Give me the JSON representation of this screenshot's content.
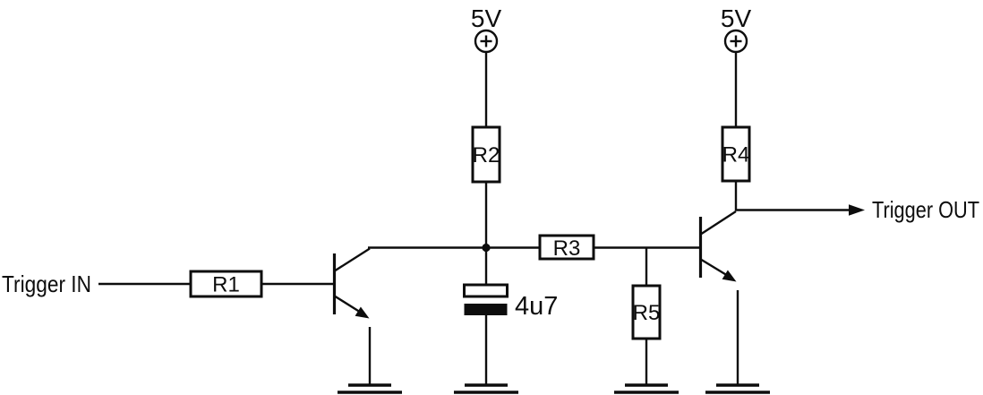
{
  "schematic": {
    "background": "#ffffff",
    "line_color": "#0d0d0d",
    "input_label": "Trigger IN",
    "output_label": "Trigger OUT",
    "supplies": [
      {
        "label": "5V",
        "symbol": "circle-plus"
      },
      {
        "label": "5V",
        "symbol": "circle-plus"
      }
    ],
    "resistors": [
      {
        "ref": "R1",
        "orientation": "horizontal"
      },
      {
        "ref": "R2",
        "orientation": "vertical"
      },
      {
        "ref": "R3",
        "orientation": "horizontal"
      },
      {
        "ref": "R4",
        "orientation": "vertical"
      },
      {
        "ref": "R5",
        "orientation": "vertical"
      }
    ],
    "capacitor": {
      "value": "4u7",
      "style": "polarized-electrolytic"
    },
    "transistors": [
      {
        "symbol": "npn"
      },
      {
        "symbol": "npn"
      }
    ],
    "ground_count": 4
  }
}
